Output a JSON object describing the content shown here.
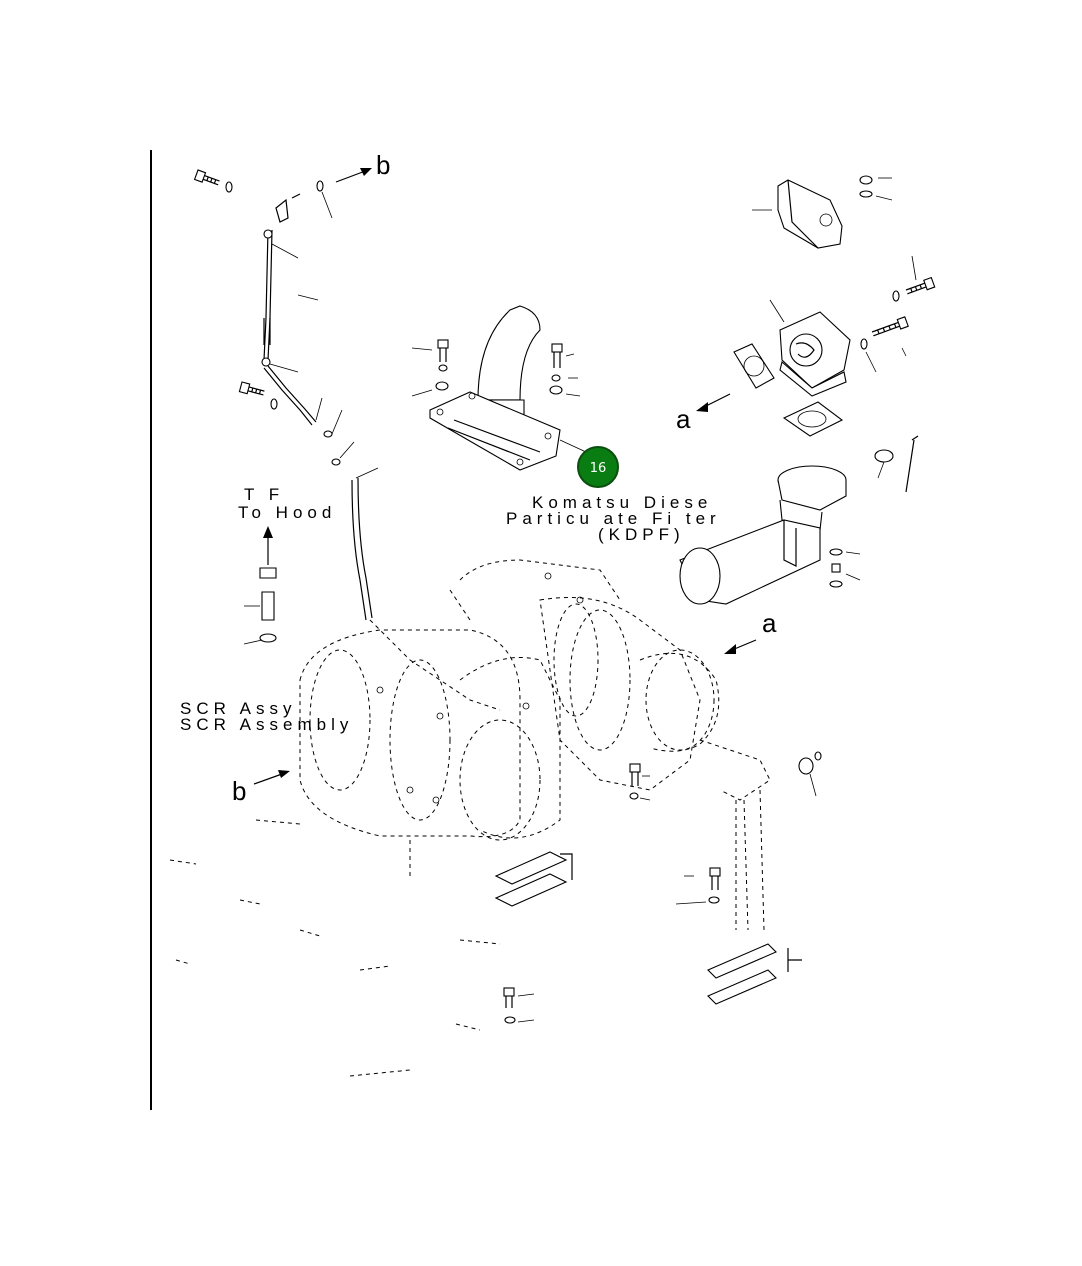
{
  "labels": {
    "filter_name_line1": "Komatsu Diese",
    "filter_name_line2": "Particu ate Fi ter",
    "filter_abbrev": "(KDPF)",
    "to_line1": "T  F",
    "to_line2": "To Hood",
    "assembly_line1": "SCR Assy",
    "assembly_line2": "SCR Assembly",
    "letter_b_top": "b",
    "letter_a_right_upper": "a",
    "letter_a_right_lower": "a",
    "letter_b_left": "b"
  },
  "callout": {
    "number": "16",
    "color": "#0a7d12"
  }
}
